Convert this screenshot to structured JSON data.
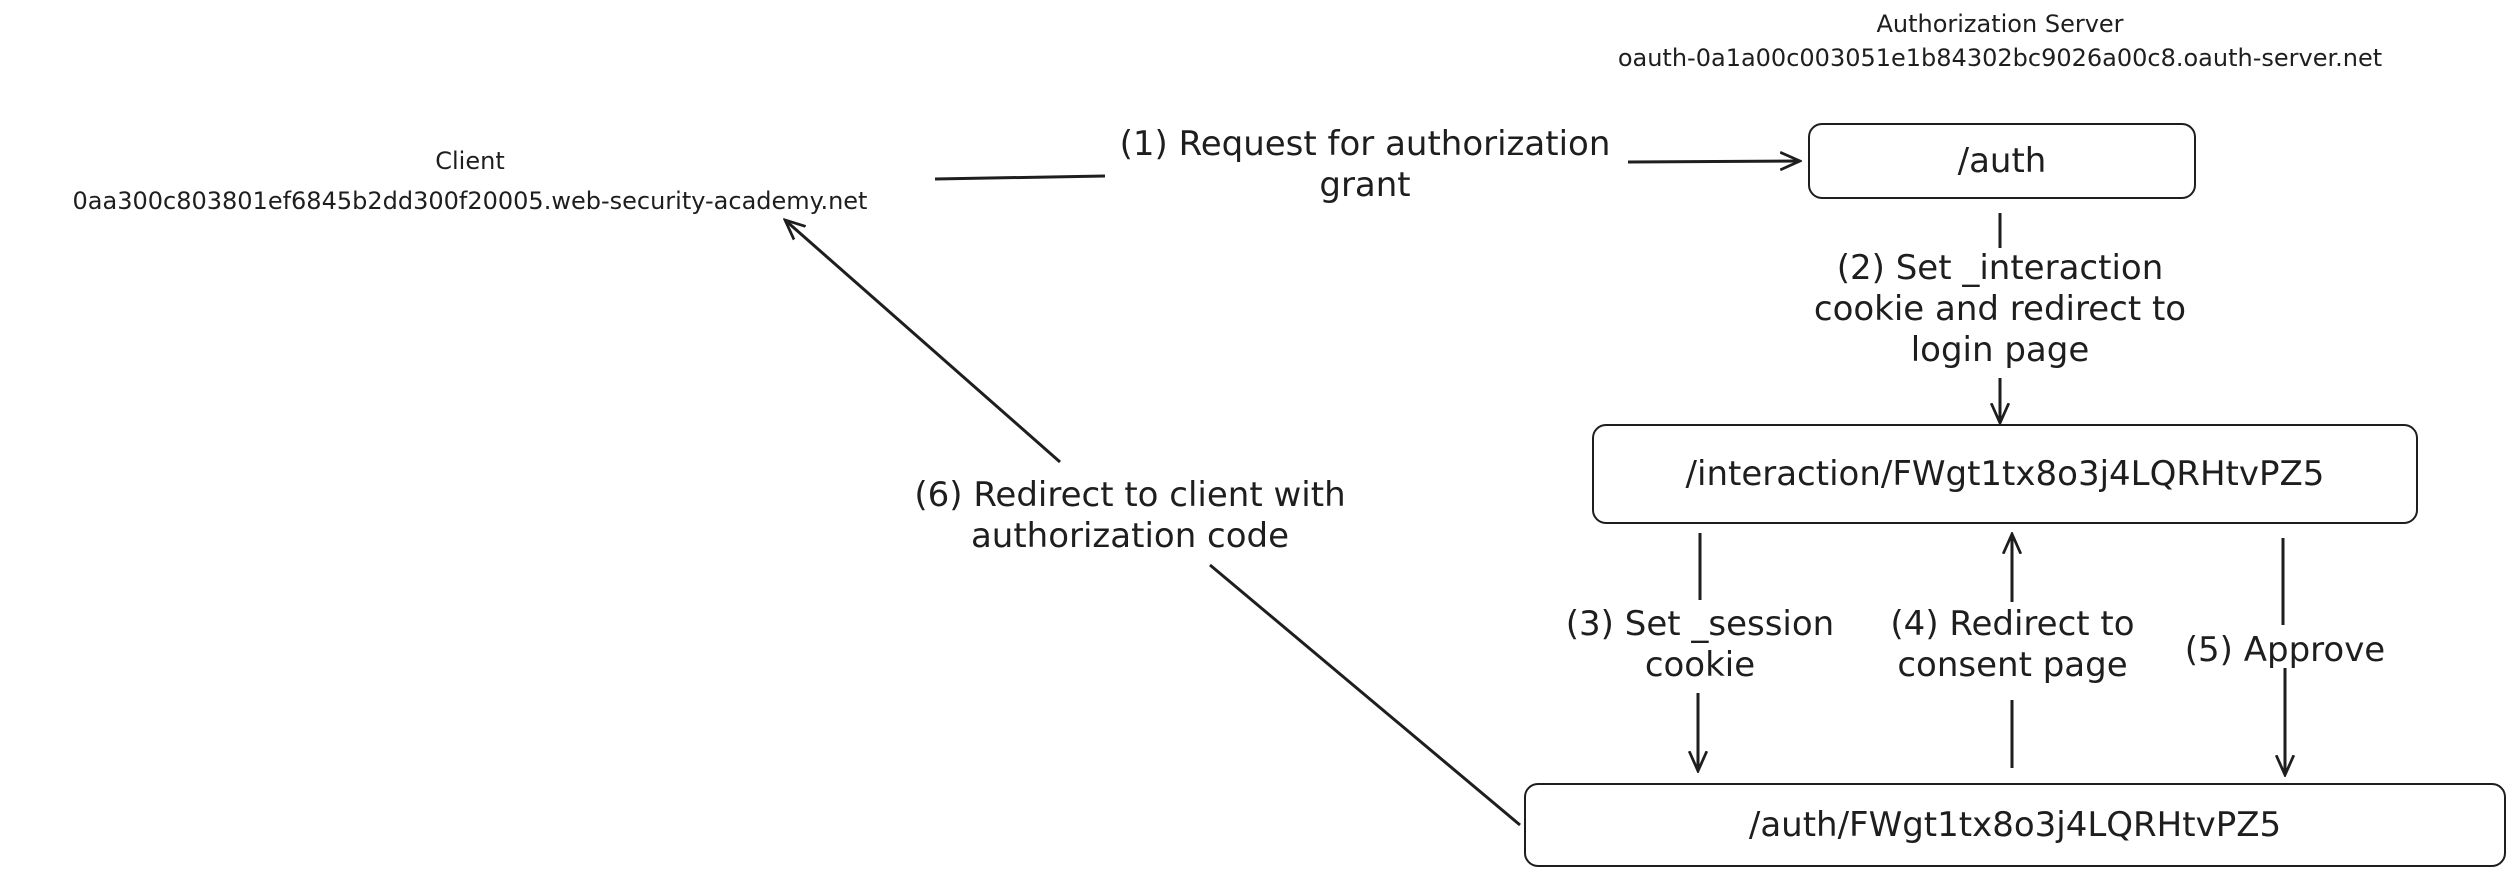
{
  "server": {
    "title": "Authorization Server",
    "host": "oauth-0a1a00c003051e1b84302bc9026a00c8.oauth-server.net"
  },
  "client": {
    "title": "Client",
    "host": "0aa300c803801ef6845b2dd300f20005.web-security-academy.net"
  },
  "nodes": {
    "auth": "/auth",
    "interaction": "/interaction/FWgt1tx8o3j4LQRHtvPZ5",
    "auth_id": "/auth/FWgt1tx8o3j4LQRHtvPZ5"
  },
  "steps": {
    "s1_line1": "(1) Request for authorization",
    "s1_line2": "grant",
    "s2_line1": "(2) Set _interaction",
    "s2_line2": "cookie and redirect to",
    "s2_line3": "login page",
    "s3_line1": "(3) Set _session",
    "s3_line2": "cookie",
    "s4_line1": "(4) Redirect to",
    "s4_line2": "consent page",
    "s5": "(5) Approve",
    "s6_line1": "(6) Redirect to client with",
    "s6_line2": "authorization code"
  }
}
